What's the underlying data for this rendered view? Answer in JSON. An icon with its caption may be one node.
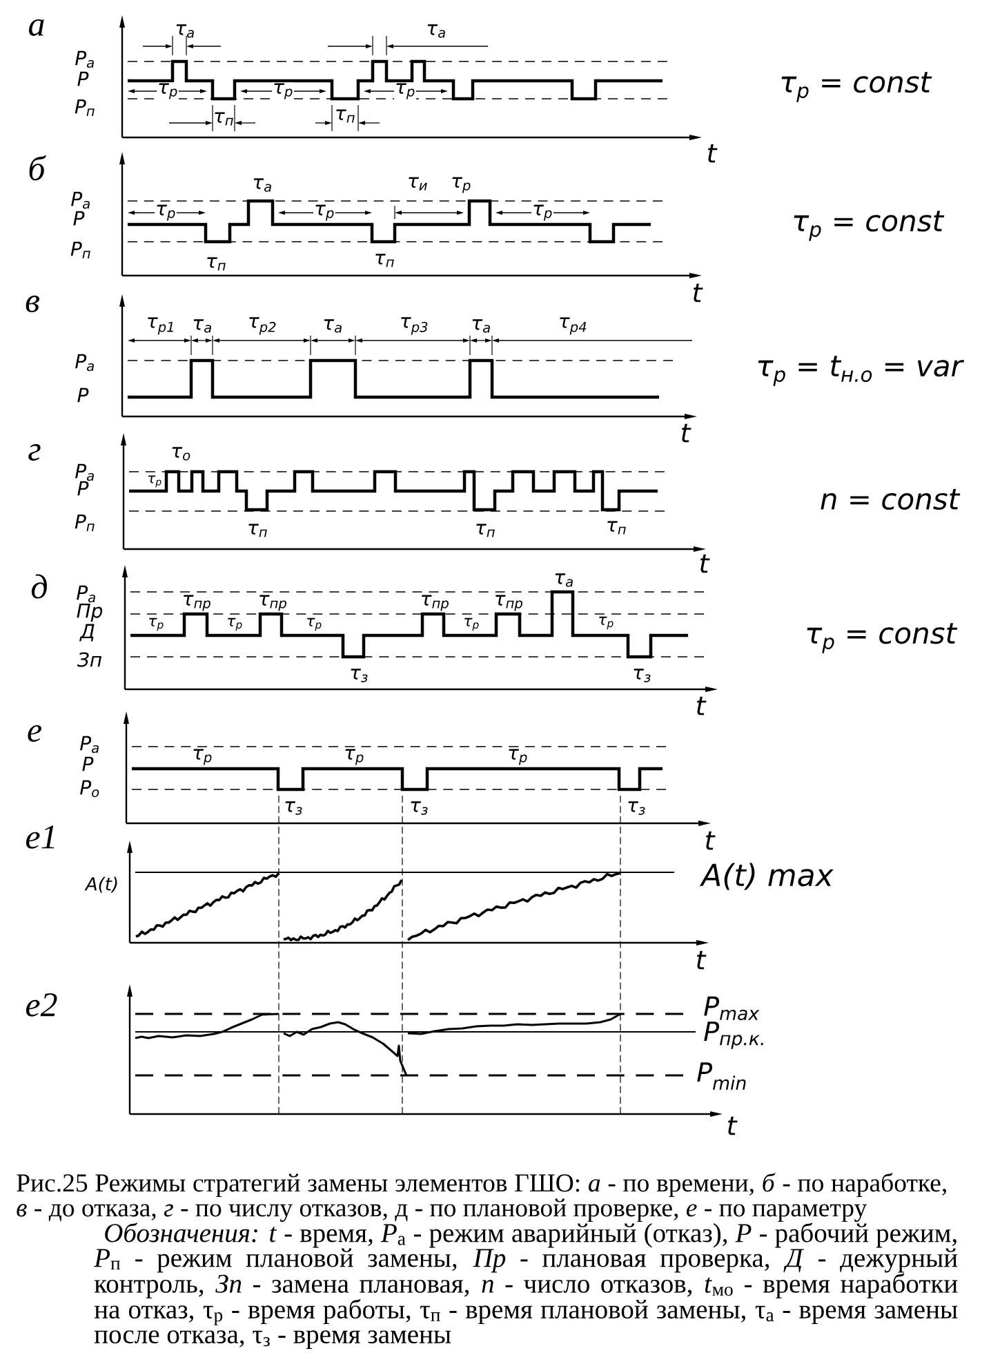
{
  "diagram": {
    "caption": "Рис.25 Режимы стратегий замены элементов ГШО: *а* - по времени, *б* - по наработке, *в* - до отказа, *г* - по числу отказов, д - по плановой проверке, *е* - по параметру",
    "labels": [
      "а",
      "τ$_{а}$",
      "τ$_{а}$",
      "Р$_{а}$",
      "Р",
      "τ$_{р}$",
      "τ$_{р}$",
      "τ$_{р}$",
      "τ$_{р}$ = const",
      "Р$_{п}$",
      "τ$_{п}$",
      "τ$_{п}$",
      "t",
      "б",
      "τ$_{а}$",
      "τ$_{и}$",
      "τ$_{р}$",
      "Р$_{а}$",
      "Р",
      "τ$_{р}$",
      "τ$_{р}$",
      "τ$_{р}$",
      "τ$_{р}$ = const",
      "Р$_{п}$",
      "τ$_{п}$",
      "τ$_{п}$",
      "t",
      "в",
      "τ$_{р1}$",
      "τ$_{а}$",
      "τ$_{р2}$",
      "τ$_{а}$",
      "τ$_{р3}$",
      "τ$_{а}$",
      "τ$_{р4}$",
      "Р$_{а}$",
      "τ$_{р}$ = t$_{н.о}$ = var",
      "Р",
      "t",
      "г",
      "τ$_{о}$",
      "Р$_{а}$",
      "Р",
      "τ$_{р}$",
      "n = const",
      "Р$_{п}$",
      "τ$_{п}$",
      "τ$_{п}$",
      "τ$_{п}$",
      "t",
      "д",
      "Р$_{а}$",
      "τ$_{а}$",
      "Пр",
      "τ$_{пр}$",
      "τ$_{пр}$",
      "τ$_{пр}$",
      "τ$_{пр}$",
      "Д",
      "τ$_{р}$",
      "τ$_{р}$",
      "τ$_{р}$",
      "τ$_{р}$",
      "τ$_{р}$",
      "τ$_{р}$ = const",
      "Зп",
      "τ$_{з}$",
      "τ$_{з}$",
      "t",
      "е",
      "Р$_{а}$",
      "Р",
      "τ$_{р}$",
      "τ$_{р}$",
      "τ$_{р}$",
      "Р$_{о}$",
      "τ$_{з}$",
      "τ$_{з}$",
      "τ$_{з}$",
      "е1",
      "t",
      "A(t)",
      "A(t) max",
      "t",
      "е2",
      "Р$_{max}$",
      "Р$_{пр.к.}$",
      "Р$_{min}$",
      "t",
      "*Обозначения:* *t* - время, *Р*$_{а}$ - режим аварийный (отказ), *Р* - рабочий режим, *Р*$_{п}$ - режим плановой замены, *Пр* - плановая проверка, *Д* - дежурный контроль, *Зп* - замена плановая, *n* - число отказов, *t*$_{мо}$ - время наработки на отказ, τ$_{р}$ - время работы, τ$_{п}$ - время плановой замены, τ$_{а}$ - время замены после отказа, τ$_{з}$ - время замены"
    ]
  }
}
